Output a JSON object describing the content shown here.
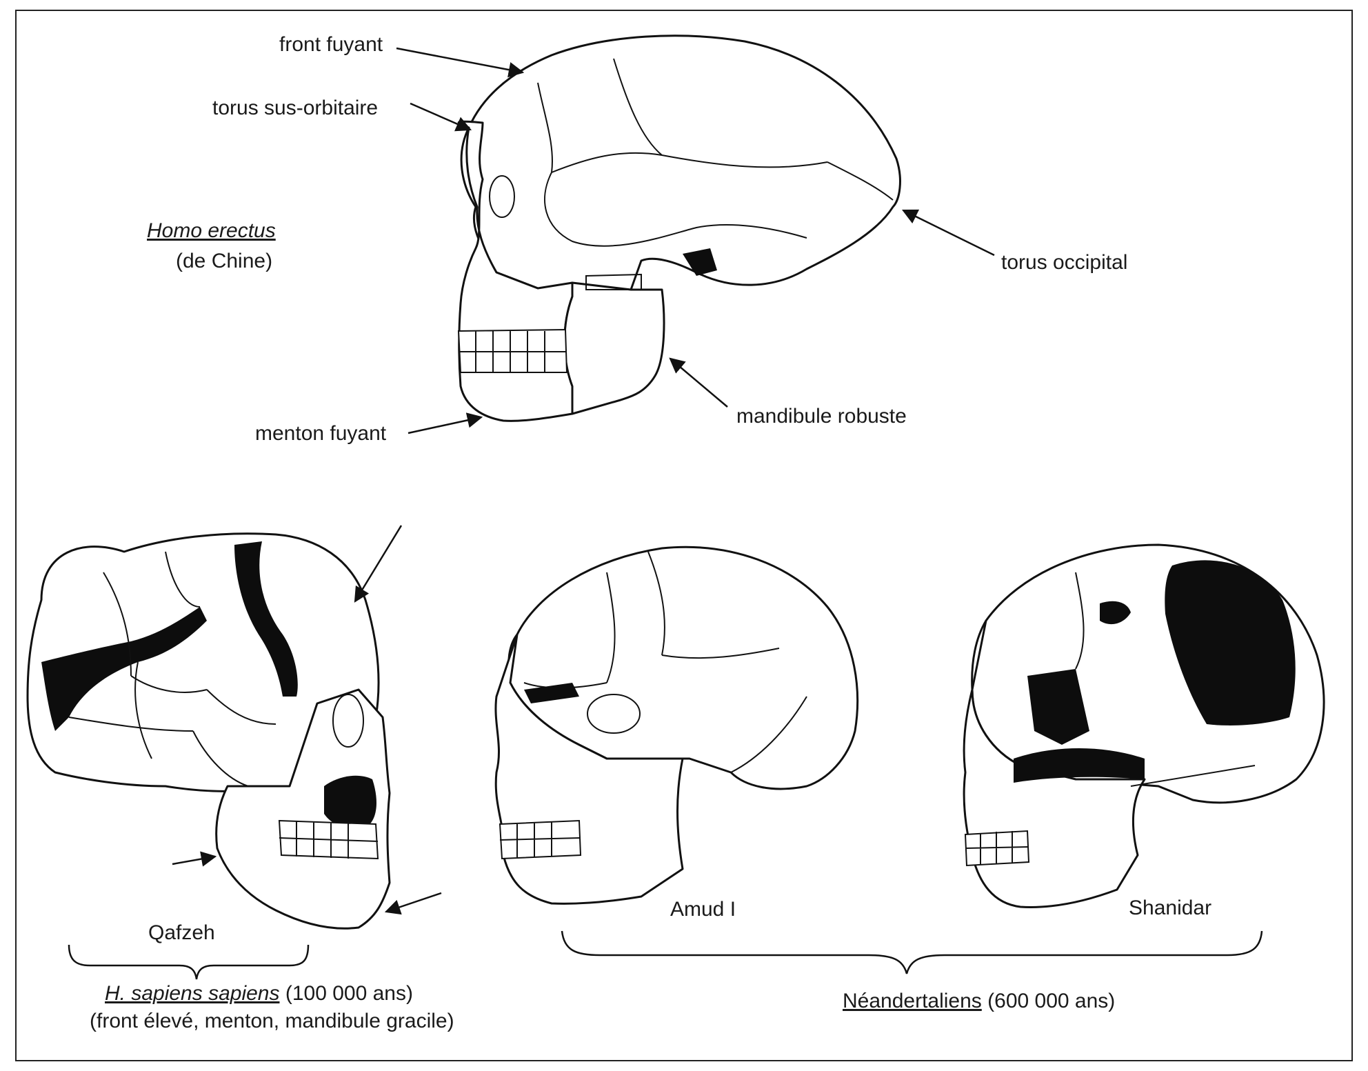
{
  "labels": {
    "front_fuyant": "front fuyant",
    "torus_sus_orbitaire": "torus sus-orbitaire",
    "torus_occipital": "torus occipital",
    "homo_erectus": "Homo erectus",
    "de_chine": "(de Chine)",
    "menton_fuyant": "menton fuyant",
    "mandibule_robuste": "mandibule robuste",
    "qafzeh": "Qafzeh",
    "amud": "Amud I",
    "shanidar": "Shanidar",
    "sapiens_name": "H. sapiens sapiens",
    "sapiens_age": "(100 000 ans)",
    "sapiens_traits": "(front élevé, menton, mandibule gracile)",
    "neander_name": "Néandertaliens",
    "neander_age": "(600 000 ans)"
  }
}
